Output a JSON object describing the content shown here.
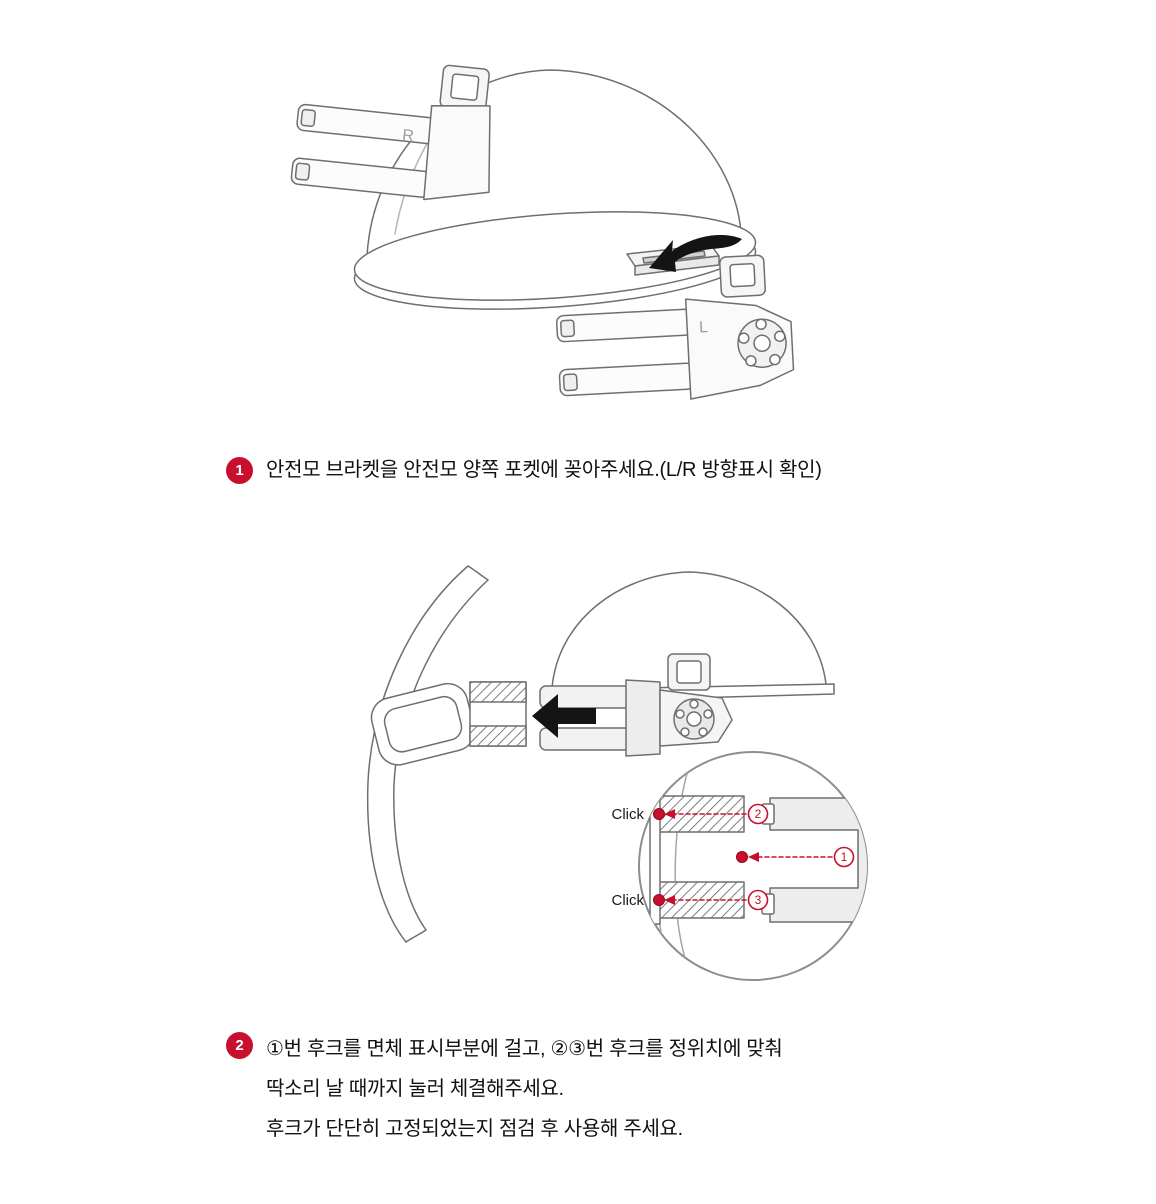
{
  "colors": {
    "accent_red": "#c8102e",
    "line_gray": "#6f6f6f",
    "text_dark": "#111111"
  },
  "figure1": {
    "bracket_right_label": "R",
    "bracket_left_label": "L"
  },
  "figure2": {
    "click_top_label": "Click",
    "click_bottom_label": "Click",
    "marker_1": "1",
    "marker_2": "2",
    "marker_3": "3"
  },
  "steps": [
    {
      "number": "1",
      "text": "안전모 브라켓을 안전모 양쪽 포켓에 꽂아주세요.(L/R 방향표시 확인)"
    },
    {
      "number": "2",
      "lines": [
        "①번 후크를 면체 표시부분에 걸고, ②③번 후크를 정위치에 맞춰",
        "딱소리 날 때까지 눌러 체결해주세요.",
        "후크가 단단히 고정되었는지 점검 후 사용해 주세요."
      ]
    }
  ]
}
